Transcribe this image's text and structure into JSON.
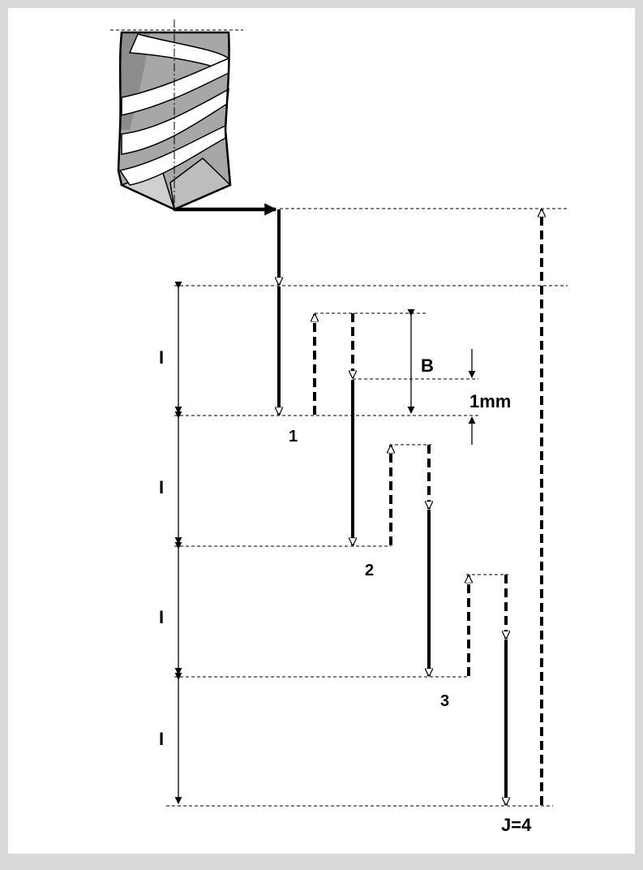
{
  "labels": {
    "step_length": "I",
    "retract": "B",
    "clearance": "1mm",
    "step1": "1",
    "step2": "2",
    "step3": "3",
    "final_step": "J=4"
  }
}
